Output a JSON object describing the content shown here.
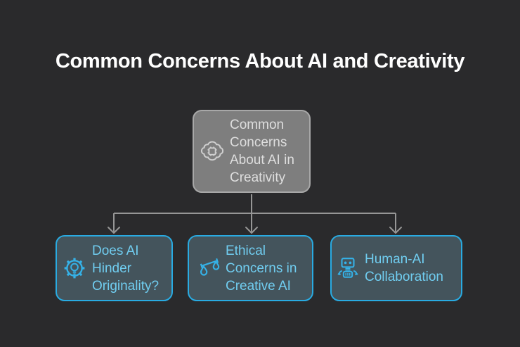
{
  "theme": {
    "bg": "#2a2a2c",
    "title_color": "#ffffff",
    "connector": "#969696",
    "root_fill": "#7e7e7e",
    "root_border": "#a8a8a8",
    "root_text": "#dedede",
    "root_icon": "#cfcfcf",
    "child_fill": "#44545c",
    "child_border": "#29abe2",
    "child_text": "#70cdf0",
    "child_icon": "#35b2e8"
  },
  "title": {
    "text": "Common Concerns About AI and Creativity"
  },
  "diagram": {
    "root": {
      "icon": "brain-chip-icon",
      "lines": [
        "Common",
        "Concerns",
        "About AI in",
        "Creativity"
      ]
    },
    "children": [
      {
        "icon": "gear-lightbulb-icon",
        "lines": [
          "Does AI",
          "Hinder",
          "Originality?"
        ]
      },
      {
        "icon": "balance-scales-icon",
        "lines": [
          "Ethical",
          "Concerns in",
          "Creative AI"
        ]
      },
      {
        "icon": "robot-icon",
        "lines": [
          "Human-AI",
          "Collaboration"
        ]
      }
    ]
  }
}
